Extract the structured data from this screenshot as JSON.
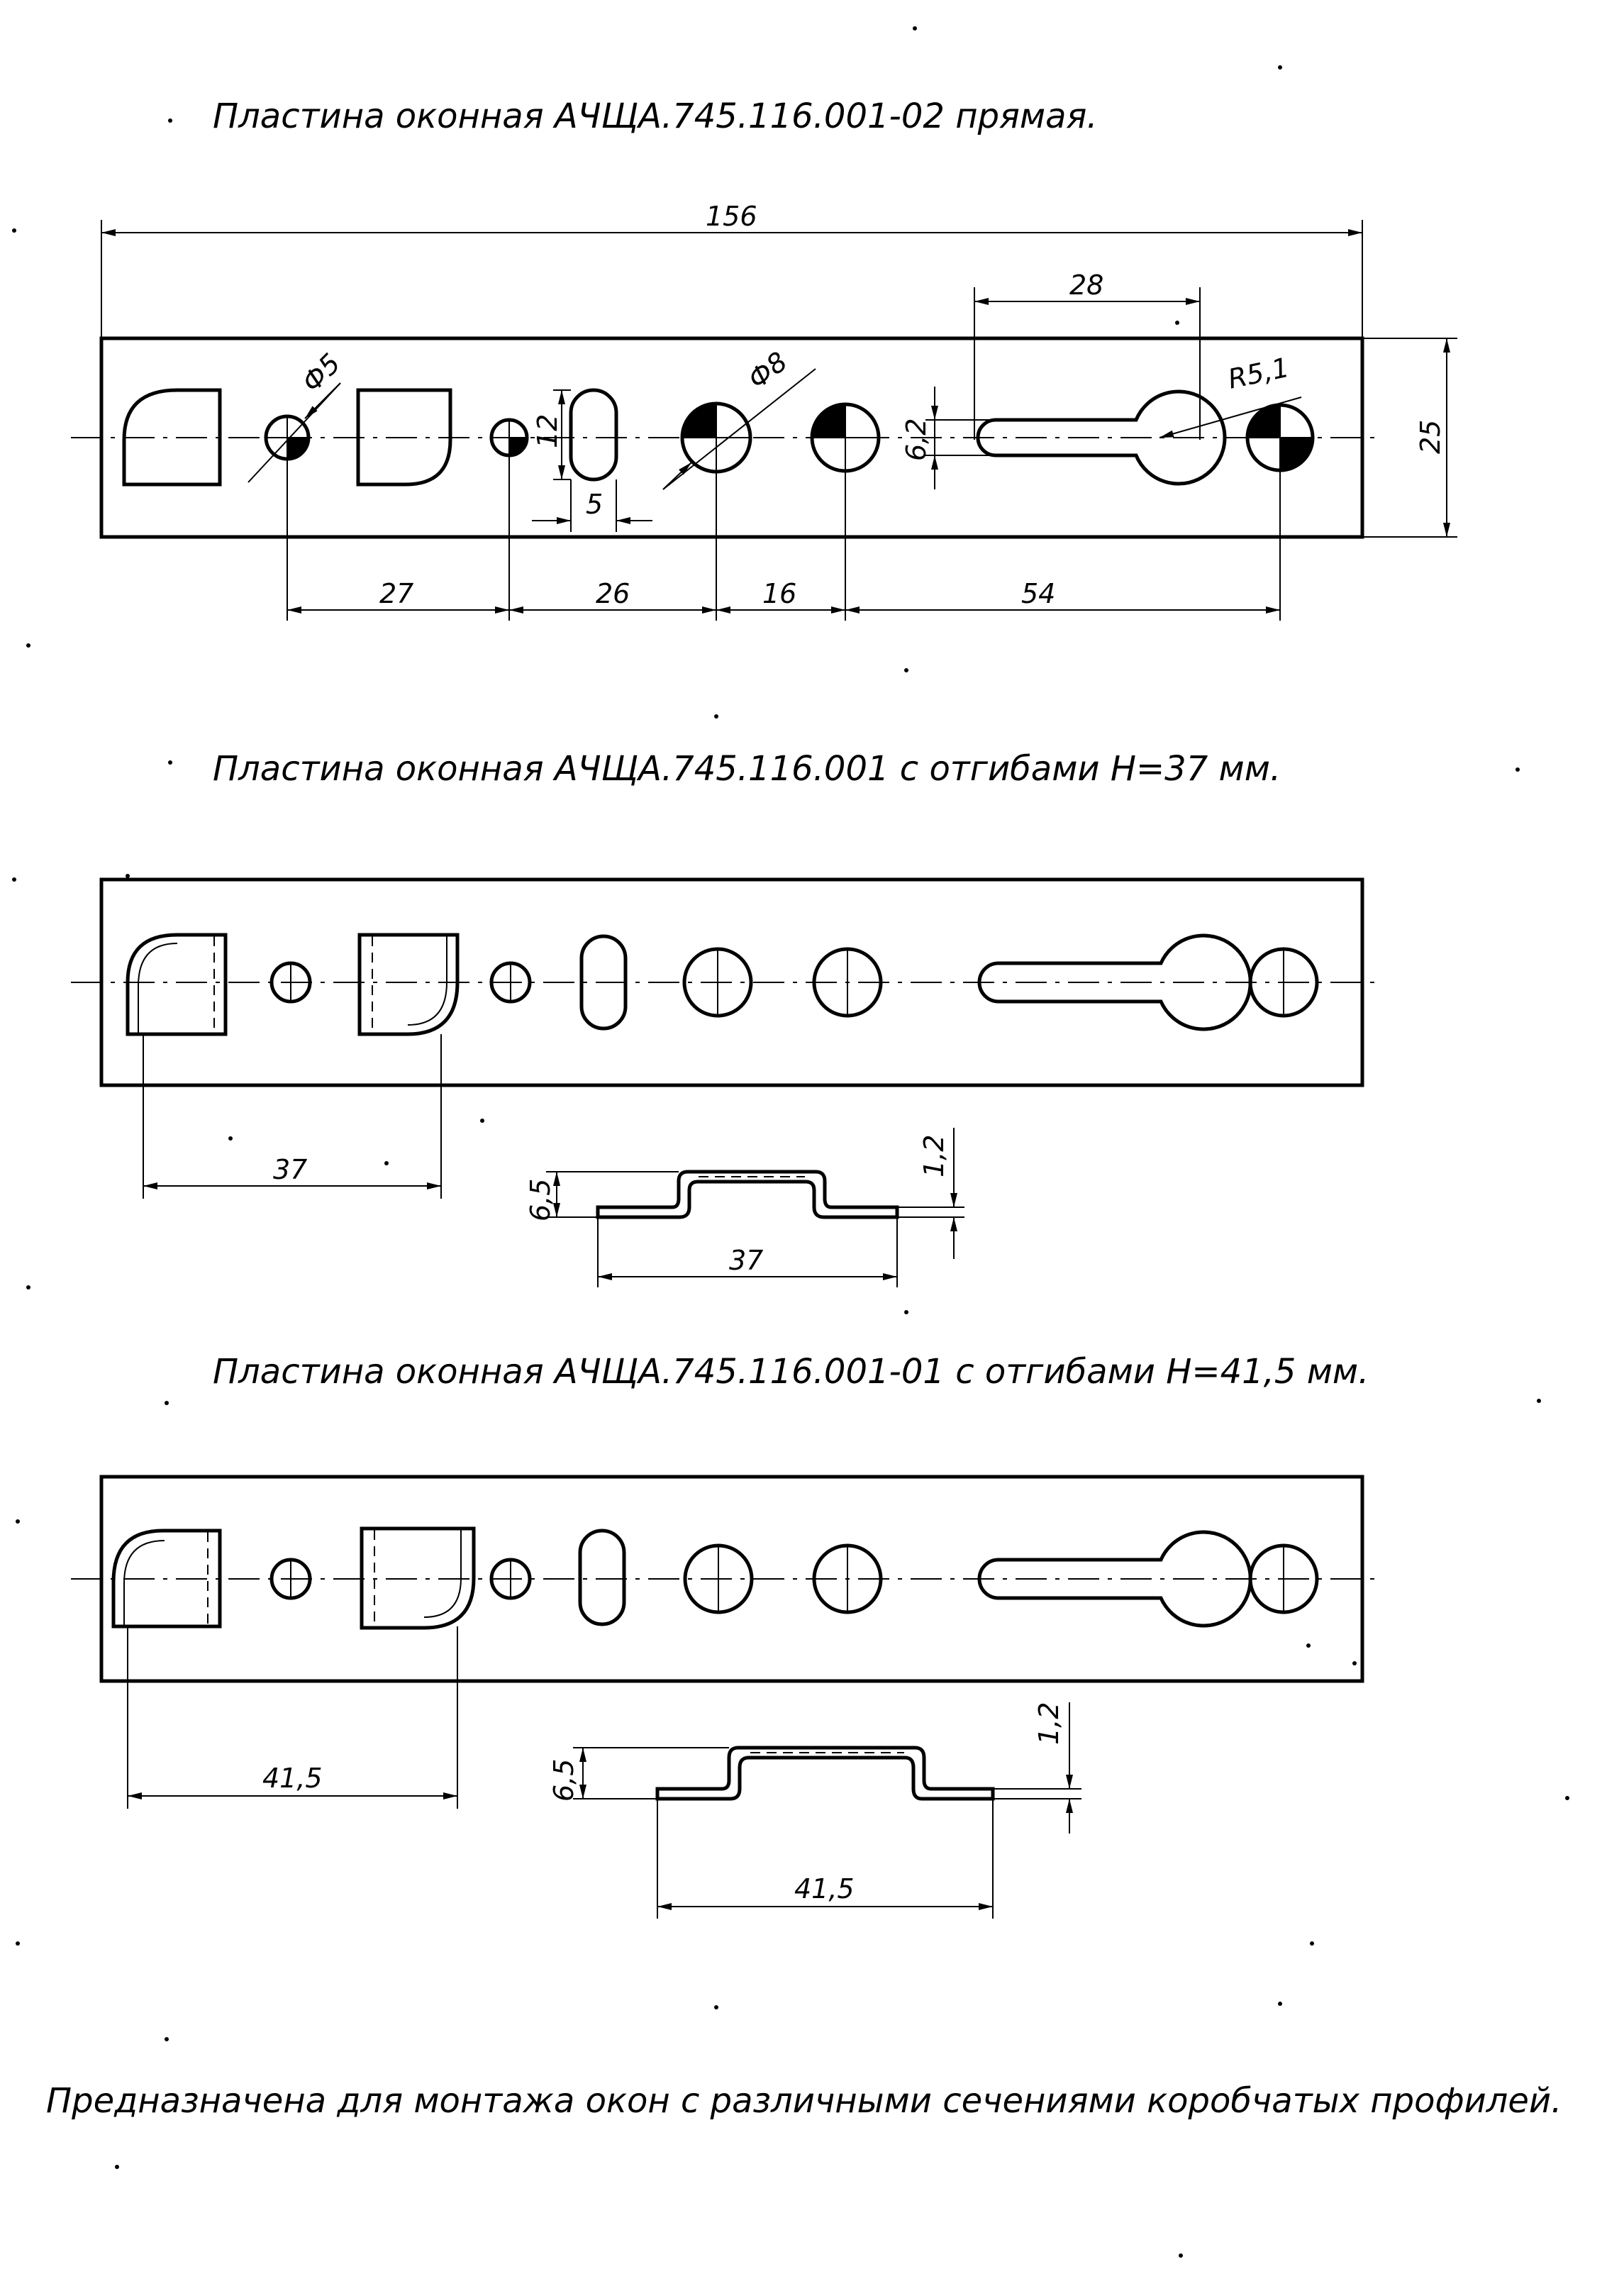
{
  "titles": {
    "straight": "Пластина оконная АЧЩА.745.116.001-02 прямая.",
    "bent37": "Пластина оконная АЧЩА.745.116.001 с отгибами Н=37 мм.",
    "bent41": "Пластина оконная АЧЩА.745.116.001-01 с отгибами Н=41,5 мм."
  },
  "dims": {
    "overall_length": "156",
    "slot_length": "28",
    "key_radius": "R5,1",
    "height": "25",
    "hole_small": "Ф5",
    "hole_large": "Ф8",
    "slot_height": "12",
    "slot_width": "5",
    "key_width": "6,2",
    "pitch_1": "27",
    "pitch_2": "26",
    "pitch_3": "16",
    "pitch_4": "54"
  },
  "bent37": {
    "flange": "37",
    "bend_height": "6,5",
    "thickness": "1,2",
    "section_width": "37"
  },
  "bent41": {
    "flange": "41,5",
    "bend_height": "6,5",
    "thickness": "1,2",
    "section_width": "41,5"
  },
  "note": "Предназначена для монтажа окон с различными сечениями коробчатых профилей."
}
